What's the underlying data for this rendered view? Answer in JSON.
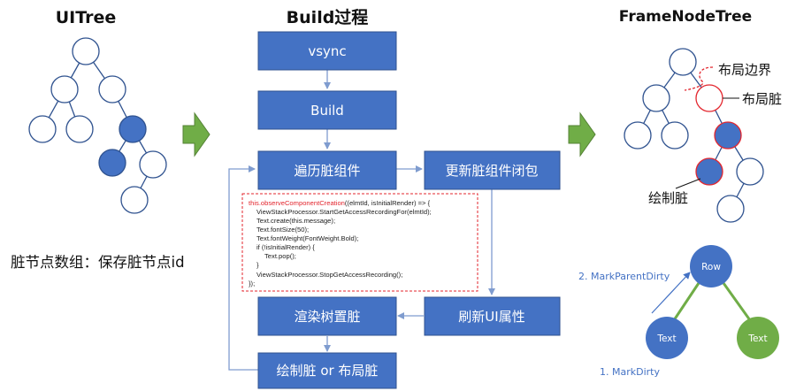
{
  "colors": {
    "box_blue": "#4472c4",
    "box_border": "#2f528f",
    "dirty_fill": "#4472c4",
    "layout_dirty_stroke": "#e3262e",
    "connector": "#7f9ccf",
    "arrow_green": "#70ad47",
    "code_highlight": "#e3262e",
    "blue_text": "#4472c4"
  },
  "ui_tree": {
    "title": "UITree",
    "caption": "脏节点数组：保存脏节点id"
  },
  "build": {
    "title": "Build过程",
    "steps": {
      "vsync": "vsync",
      "build": "Build",
      "traverse": "遍历脏组件",
      "update_closure": "更新脏组件闭包",
      "refresh_attr": "刷新UI属性",
      "render_dirty": "渲染树置脏",
      "draw_layout": "绘制脏 or 布局脏"
    },
    "code": {
      "highlight": "this.observeComponentCreation",
      "line1_rest": "((elmtId, isInitialRender) => {",
      "line2": "ViewStackProcessor.StartGetAccessRecordingFor(elmtId);",
      "line3": "Text.create(this.message);",
      "line4": "Text.fontSize(50);",
      "line5": "Text.fontWeight(FontWeight.Bold);",
      "line6": "if (!isInitialRender) {",
      "line7": "Text.pop();",
      "line8": "}",
      "line9": "ViewStackProcessor.StopGetAccessRecording();",
      "line10": "});"
    }
  },
  "frame_tree": {
    "title": "FrameNodeTree",
    "layout_boundary": "布局边界",
    "layout_dirty": "布局脏",
    "draw_dirty": "绘制脏"
  },
  "mark_diagram": {
    "row": "Row",
    "text_left": "Text",
    "text_right": "Text",
    "mark_parent_dirty": "2. MarkParentDirty",
    "mark_dirty": "1. MarkDirty"
  }
}
